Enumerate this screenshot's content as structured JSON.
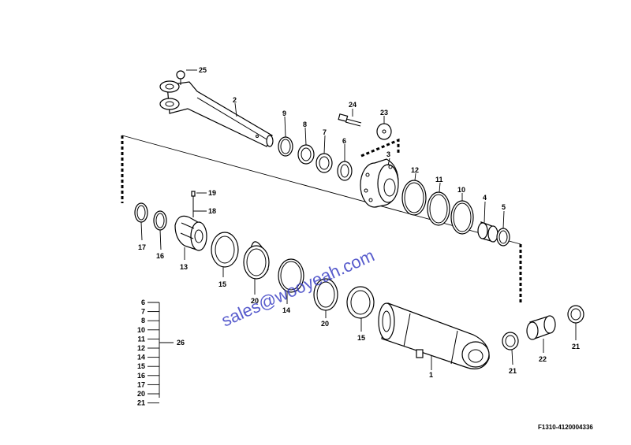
{
  "watermark": "sales@wooyeah.com",
  "figure_ref": "F1310-4120004336",
  "callouts": {
    "c1": "1",
    "c2": "2",
    "c3": "3",
    "c4": "4",
    "c5": "5",
    "c6": "6",
    "c7": "7",
    "c8": "8",
    "c9": "9",
    "c10": "10",
    "c11": "11",
    "c12": "12",
    "c13": "13",
    "c14a": "14",
    "c15a": "15",
    "c15b": "15",
    "c16": "16",
    "c17": "17",
    "c18": "18",
    "c19": "19",
    "c20a": "20",
    "c20b": "20",
    "c21a": "21",
    "c21b": "21",
    "c22": "22",
    "c23": "23",
    "c24": "24",
    "c25": "25"
  },
  "kit": {
    "items": [
      "6",
      "7",
      "8",
      "10",
      "11",
      "12",
      "14",
      "15",
      "16",
      "17",
      "20",
      "21"
    ],
    "label": "26"
  }
}
